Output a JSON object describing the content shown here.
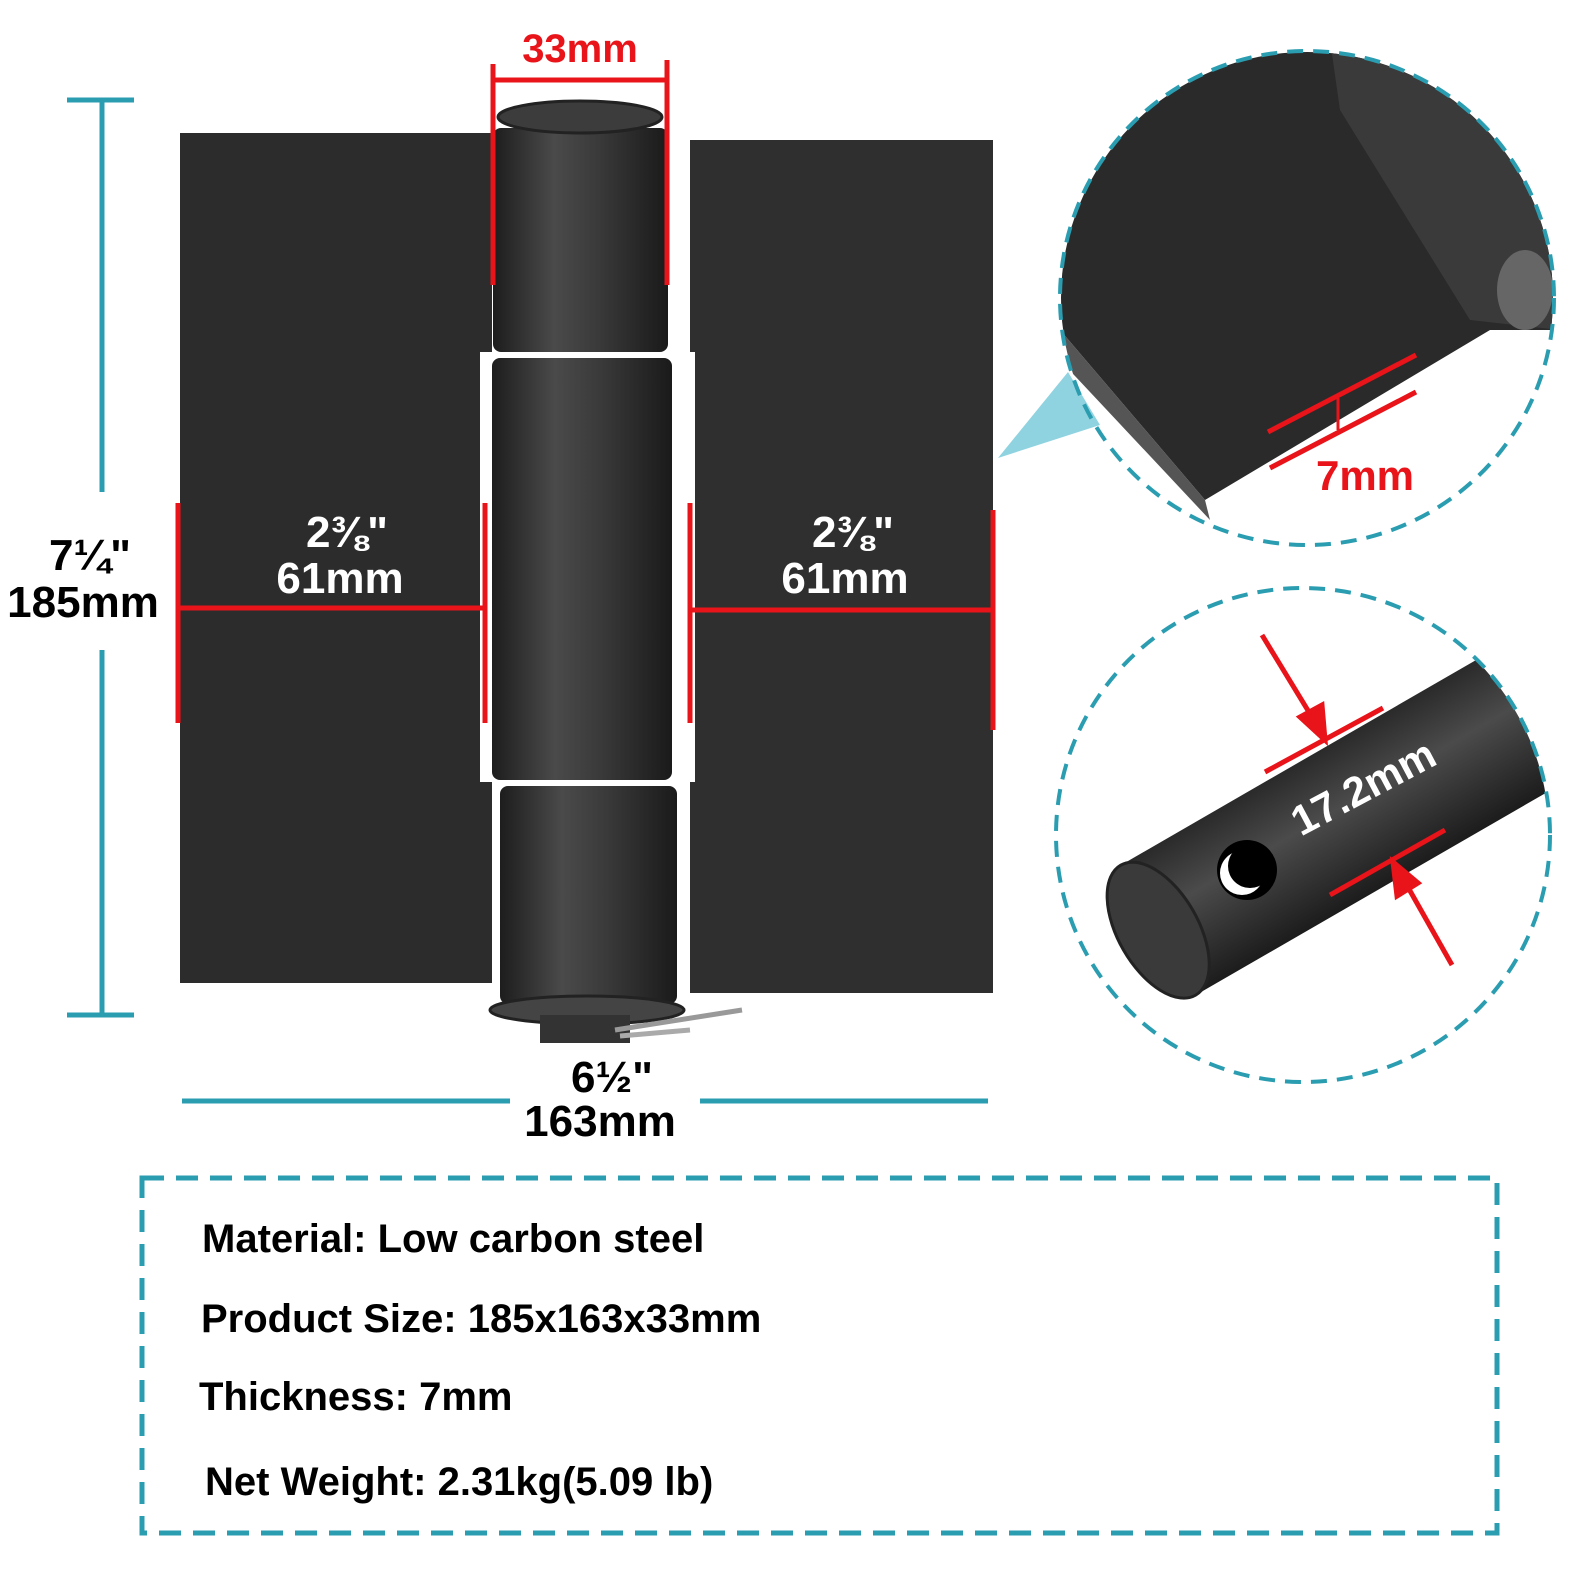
{
  "colors": {
    "accent_teal": "#2b9db1",
    "dimension_red": "#e8141a",
    "steel": "#2a2a2a",
    "callout_fill": "#8fd3e0"
  },
  "dimensions": {
    "pin_width": "33mm",
    "height_in": "7¼\"",
    "height_mm": "185mm",
    "left_leaf_in": "2⅜\"",
    "left_leaf_mm": "61mm",
    "right_leaf_in": "2⅜\"",
    "right_leaf_mm": "61mm",
    "width_in": "6½\"",
    "width_mm": "163mm",
    "thickness_detail": "7mm",
    "pin_diameter_detail": "17.2mm"
  },
  "specs": [
    {
      "text": "Material: Low carbon steel"
    },
    {
      "text": "Product Size: 185x163x33mm"
    },
    {
      "text": "Thickness: 7mm"
    },
    {
      "text": "Net Weight: 2.31kg(5.09 lb)"
    }
  ]
}
